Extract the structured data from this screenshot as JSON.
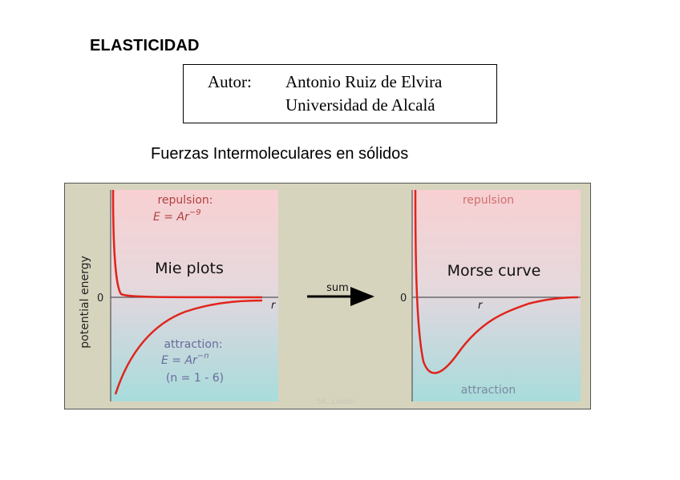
{
  "document": {
    "heading": "ELASTICIDAD",
    "author_label": "Autor:",
    "author_name": "Antonio Ruiz de Elvira",
    "author_affiliation": "Universidad de Alcalá",
    "subheading": "Fuerzas Intermoleculares en sólidos"
  },
  "figure": {
    "y_axis_label": "potential energy",
    "left_panel": {
      "title": "Mie plots",
      "repulsion_label": "repulsion:",
      "repulsion_formula": {
        "lhs": "E = Ar",
        "exp": "−9"
      },
      "attraction_label": "attraction:",
      "attraction_formula": {
        "lhs": "E = Ar",
        "exp": "−n"
      },
      "attraction_range": "(n = 1 - 6)",
      "zero_label": "0",
      "r_label": "r"
    },
    "arrow_label": "sum",
    "right_panel": {
      "title": "Morse curve",
      "repulsion_label": "repulsion",
      "attraction_label": "attraction",
      "zero_label": "0",
      "r_label": "r"
    },
    "credit": "SK. Lower",
    "colors": {
      "frame_bg": "#d6d4bd",
      "panel_top": "#f8d0d2",
      "panel_bottom": "#a8dcdc",
      "curve": "#e0241c",
      "repulsion_text": "#b34040",
      "attraction_text": "#6a6a9c",
      "axis": "#555555"
    }
  }
}
